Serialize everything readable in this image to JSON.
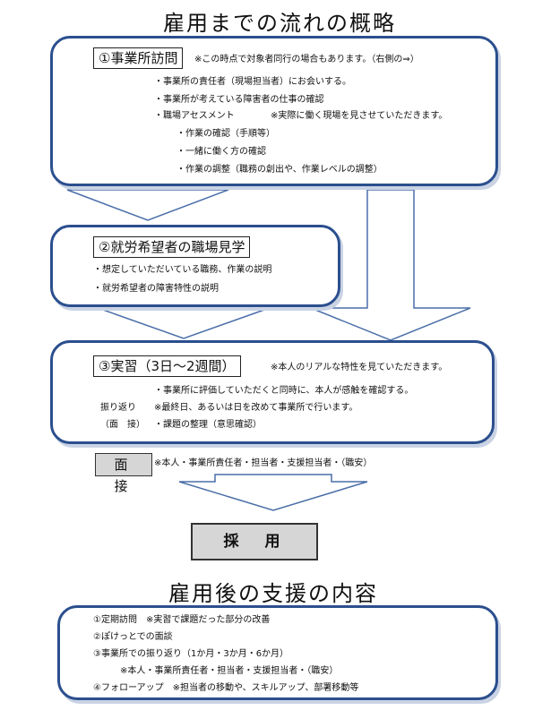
{
  "title": "雇用までの流れの概略",
  "step1": {
    "label": "①事業所訪問",
    "note": "※この時点で対象者同行の場合もあります。（右側の⇒）",
    "items": [
      "・事業所の責任者（現場担当者）にお会いする。",
      "・事業所が考えている障害者の仕事の確認",
      "・職場アセスメント"
    ],
    "assessment_note": "※実際に働く現場を見させていただきます。",
    "subitems": [
      "・作業の確認（手順等）",
      "・一緒に働く方の確認",
      "・作業の調整（職務の創出や、作業レベルの調整）"
    ]
  },
  "step2": {
    "label": "②就労希望者の職場見学",
    "items": [
      "・想定していただいている職務、作業の説明",
      "・就労希望者の障害特性の説明"
    ]
  },
  "step3": {
    "label": "③実習（3日～2週間）",
    "note": "※本人のリアルな特性を見ていただきます。",
    "items": [
      "・事業所に評価していただくと同時に、本人が感触を確認する。",
      "※最終日、あるいは日を改めて事業所で行います。",
      "・課題の整理（意思確認）"
    ],
    "side_labels": [
      "振り返り",
      "（面　接）"
    ]
  },
  "interview": {
    "label": "面　接",
    "note": "※本人・事業所責任者・担当者・支援担当者・（職安）"
  },
  "hire": {
    "label": "採　用"
  },
  "title2": "雇用後の支援の内容",
  "support": {
    "items": [
      "①定期訪問　※実習で課題だった部分の改善",
      "②ぽけっとでの面談",
      "③事業所での振り返り（1か月・3か月・6か月）",
      "　　　※本人・事業所責任者・担当者・支援担当者・（職安）",
      "④フォローアップ　※担当者の移動や、スキルアップ、部署移動等"
    ]
  },
  "colors": {
    "frame": "#2b4f8e",
    "shadow": "#c9d3e4",
    "arrow": "#4a6ea8",
    "gray": "#d6d6d6"
  }
}
